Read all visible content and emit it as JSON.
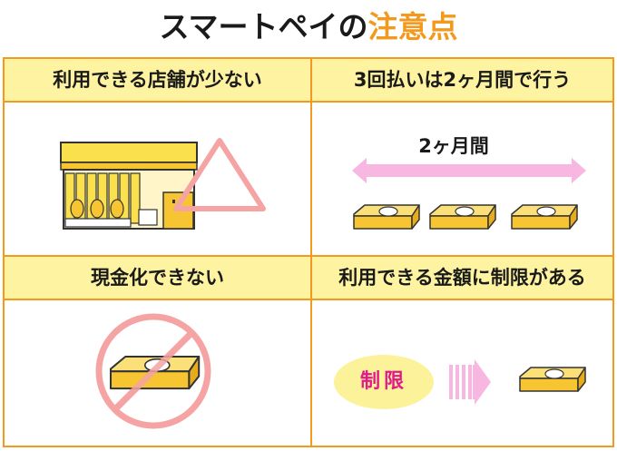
{
  "title": {
    "prefix": "スマートペイの",
    "accent": "注意点",
    "accent_color": "#f39a1e"
  },
  "panels": [
    {
      "heading": "利用できる店舗が少ない",
      "icon": "store-with-warning-triangle-icon"
    },
    {
      "heading": "3回払いは2ヶ月間で行う",
      "range_label": "2ヶ月間",
      "icon": "payment-card-icon"
    },
    {
      "heading": "現金化できない",
      "icon": "prohibited-cash-icon"
    },
    {
      "heading": "利用できる金額に制限がある",
      "limit_label": "制限",
      "icon": "limit-arrow-icon"
    }
  ],
  "colors": {
    "border": "#f39a1e",
    "header_bg": "#fdf3a0",
    "card": "#f7c531",
    "pink": "#f7b7e0",
    "warning": "#f5a3a3",
    "limit_text": "#e2198a"
  }
}
